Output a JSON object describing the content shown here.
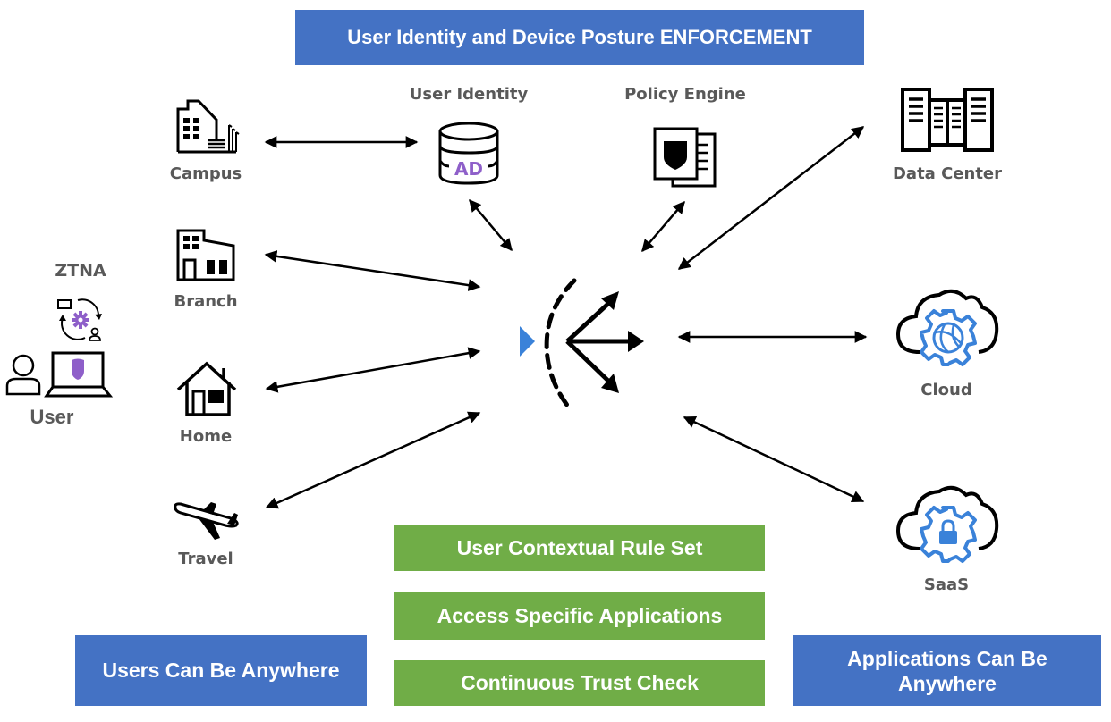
{
  "title_banner": "User Identity and Device Posture ENFORCEMENT",
  "colors": {
    "banner_blue": "#4472c4",
    "rule_green": "#70ad47",
    "label_gray": "#595959",
    "ad_purple": "#8e5fc9",
    "icon_blue": "#3a82d9"
  },
  "user": {
    "ztna_label": "ZTNA",
    "user_label": "User",
    "icons": [
      "ztna-cycle-icon",
      "user-person-icon",
      "laptop-shield-icon"
    ]
  },
  "locations": [
    {
      "label": "Campus",
      "icon": "campus-building-icon"
    },
    {
      "label": "Branch",
      "icon": "branch-building-icon"
    },
    {
      "label": "Home",
      "icon": "home-icon"
    },
    {
      "label": "Travel",
      "icon": "airplane-icon"
    }
  ],
  "services": [
    {
      "label": "User Identity",
      "icon": "database-ad-icon",
      "icon_text": "AD"
    },
    {
      "label": "Policy Engine",
      "icon": "policy-document-shield-icon"
    }
  ],
  "center": {
    "icon": "gateway-distribution-icon"
  },
  "applications": [
    {
      "label": "Data Center",
      "icon": "servers-icon"
    },
    {
      "label": "Cloud",
      "icon": "cloud-gear-globe-icon"
    },
    {
      "label": "SaaS",
      "icon": "cloud-gear-lock-icon"
    }
  ],
  "rules": [
    "User Contextual Rule Set",
    "Access Specific Applications",
    "Continuous Trust Check"
  ],
  "footer": {
    "left": "Users Can Be Anywhere",
    "right": "Applications Can Be Anywhere"
  },
  "connections": [
    {
      "from": "Campus",
      "to": "User Identity",
      "type": "bidirectional"
    },
    {
      "from": "Branch",
      "to": "Gateway",
      "type": "bidirectional"
    },
    {
      "from": "Home",
      "to": "Gateway",
      "type": "bidirectional"
    },
    {
      "from": "Travel",
      "to": "Gateway",
      "type": "bidirectional"
    },
    {
      "from": "User Identity",
      "to": "Gateway",
      "type": "bidirectional"
    },
    {
      "from": "Policy Engine",
      "to": "Gateway",
      "type": "bidirectional"
    },
    {
      "from": "Gateway",
      "to": "Data Center",
      "type": "bidirectional"
    },
    {
      "from": "Gateway",
      "to": "Cloud",
      "type": "bidirectional"
    },
    {
      "from": "Gateway",
      "to": "SaaS",
      "type": "bidirectional"
    }
  ]
}
